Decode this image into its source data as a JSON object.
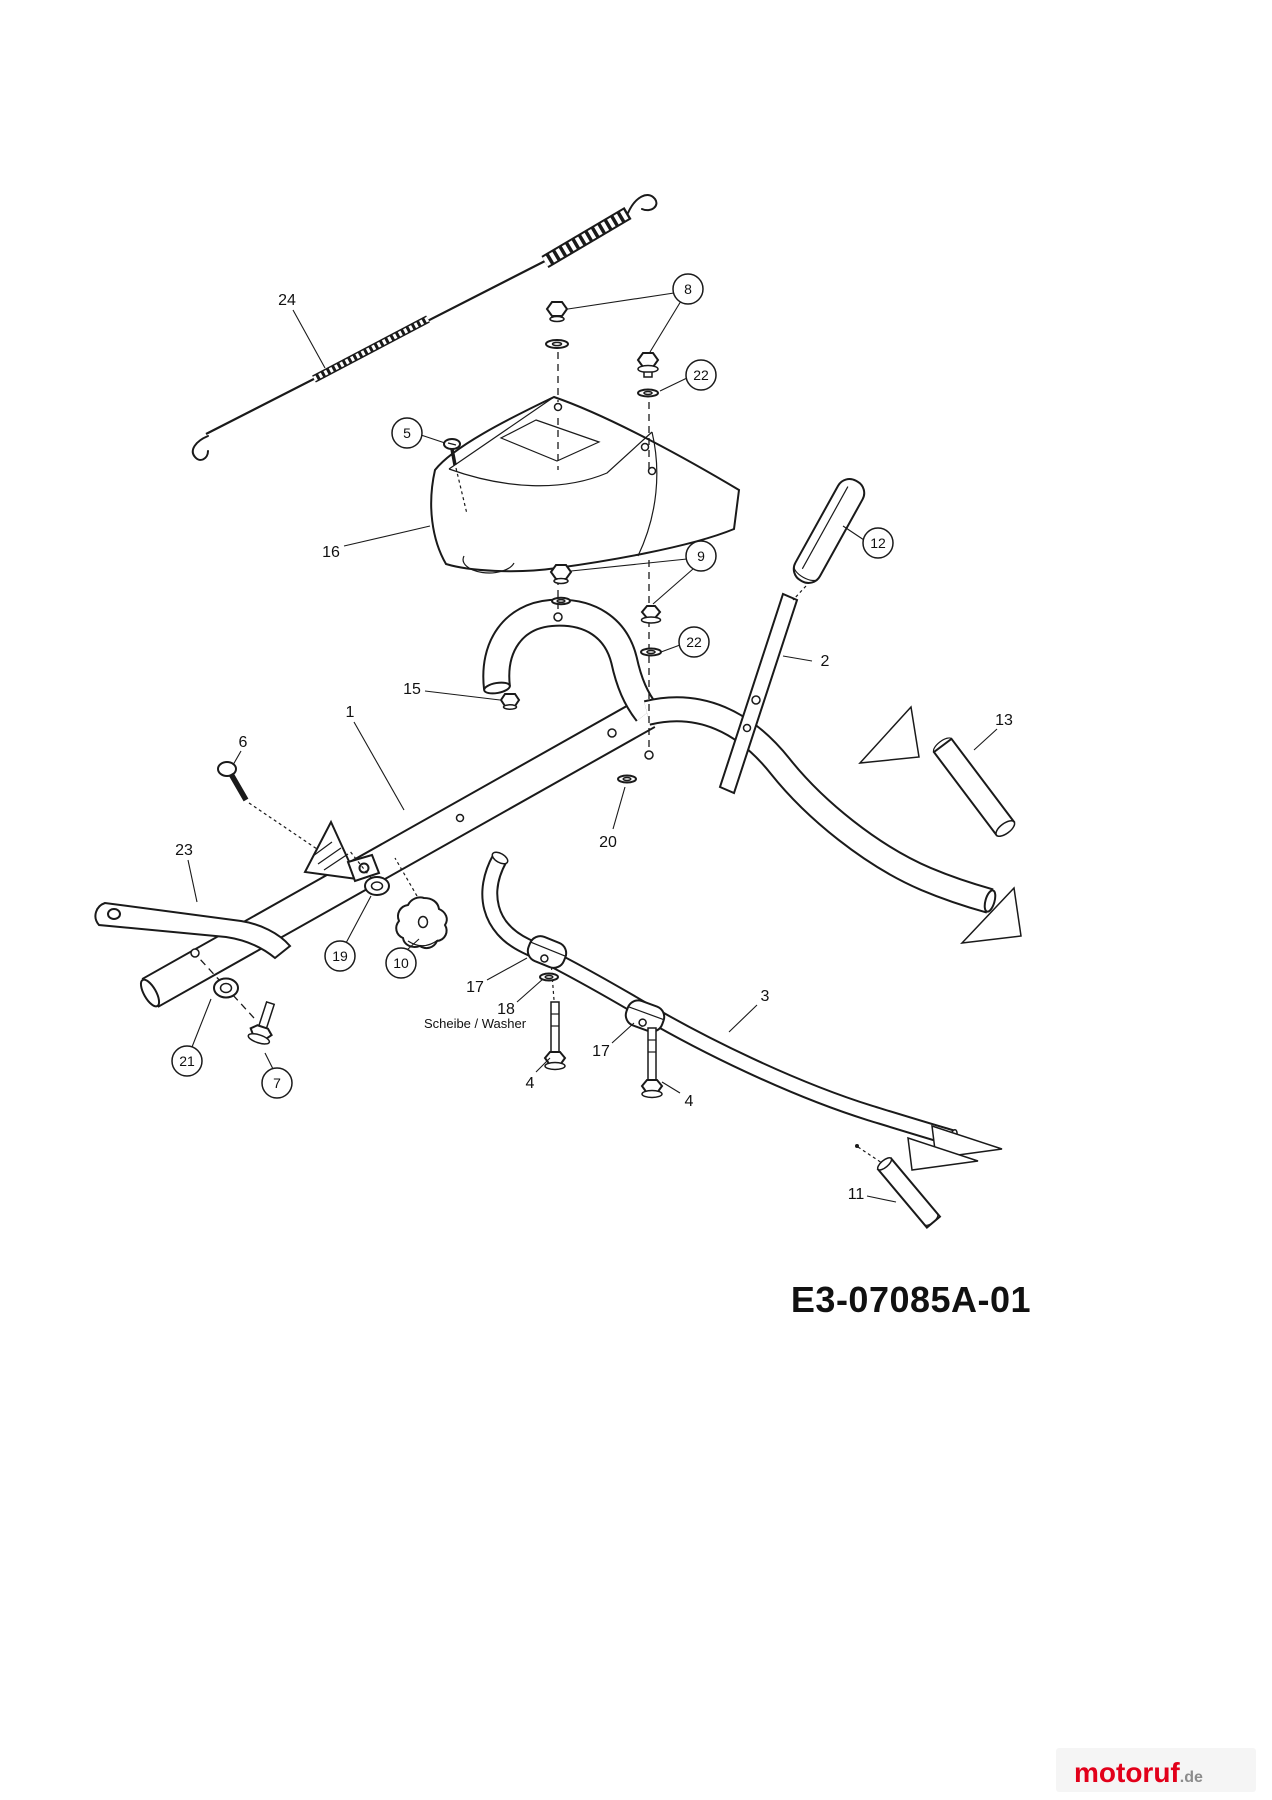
{
  "diagram": {
    "part_code": "E3-07085A-01",
    "washer_note": "Scheibe / Washer",
    "line_color": "#1a1a1a",
    "background": "#ffffff"
  },
  "callouts": {
    "n24": {
      "label": "24",
      "circled": false
    },
    "n8": {
      "label": "8",
      "circled": true
    },
    "n22a": {
      "label": "22",
      "circled": true
    },
    "n5": {
      "label": "5",
      "circled": true
    },
    "n16": {
      "label": "16",
      "circled": false
    },
    "n12": {
      "label": "12",
      "circled": true
    },
    "n9": {
      "label": "9",
      "circled": true
    },
    "n22b": {
      "label": "22",
      "circled": true
    },
    "n2": {
      "label": "2",
      "circled": false
    },
    "n15": {
      "label": "15",
      "circled": false
    },
    "n1": {
      "label": "1",
      "circled": false
    },
    "n13": {
      "label": "13",
      "circled": false
    },
    "n6": {
      "label": "6",
      "circled": false
    },
    "n20": {
      "label": "20",
      "circled": false
    },
    "n23": {
      "label": "23",
      "circled": false
    },
    "n19": {
      "label": "19",
      "circled": true
    },
    "n10": {
      "label": "10",
      "circled": true
    },
    "n17a": {
      "label": "17",
      "circled": false
    },
    "n18": {
      "label": "18",
      "circled": false
    },
    "n3": {
      "label": "3",
      "circled": false
    },
    "n21": {
      "label": "21",
      "circled": true
    },
    "n7": {
      "label": "7",
      "circled": true
    },
    "n4a": {
      "label": "4",
      "circled": false
    },
    "n17b": {
      "label": "17",
      "circled": false
    },
    "n4b": {
      "label": "4",
      "circled": false
    },
    "n11": {
      "label": "11",
      "circled": false
    }
  },
  "footer": {
    "logo_brand": "motoruf",
    "logo_tld": ".de",
    "logo_brand_color": "#e2001a",
    "logo_tld_color": "#8c8c8c"
  }
}
